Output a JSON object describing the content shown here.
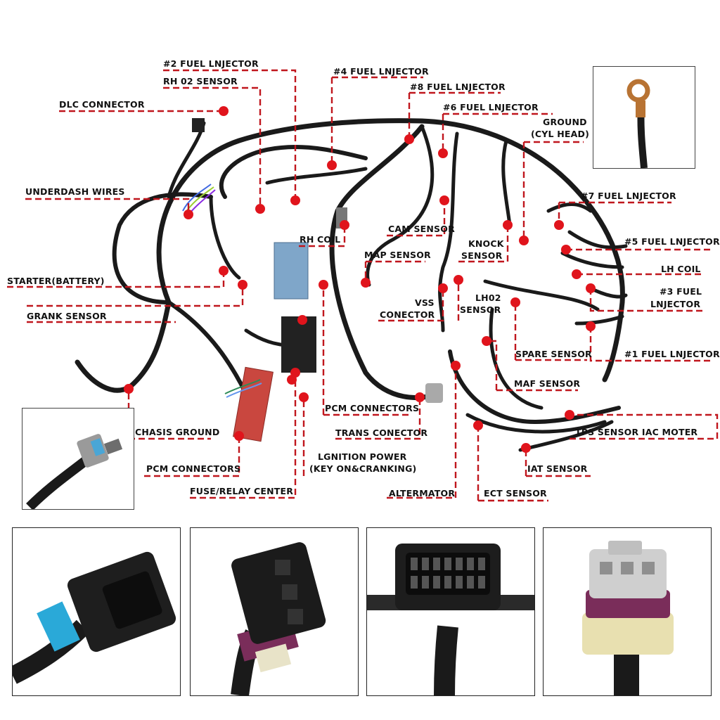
{
  "labels": {
    "fuel2": "#2 FUEL LNJECTOR",
    "rh02": "RH 02 SENSOR",
    "fuel4": "#4 FUEL LNJECTOR",
    "fuel8": "#8 FUEL LNJECTOR",
    "fuel6": "#6 FUEL LNJECTOR",
    "dlc": "DLC CONNECTOR",
    "ground1": "GROUND",
    "ground2": "(CYL HEAD)",
    "underdash": "UNDERDASH WIRES",
    "fuel7": "#7 FUEL LNJECTOR",
    "cam": "CAM SENSOR",
    "rhcoil": "RH COIL",
    "knock1": "KNOCK",
    "knock2": "SENSOR",
    "fuel5": "#5 FUEL LNJECTOR",
    "map": "MAP SENSOR",
    "lhcoil": "LH COIL",
    "starter": "STARTER(BATTERY)",
    "fuel3a": "#3 FUEL",
    "fuel3b": "LNJECTOR",
    "vss1": "VSS",
    "vss2": "CONECTOR",
    "lh021": "LH02",
    "lh022": "SENSOR",
    "grank": "GRANK SENSOR",
    "spare": "SPARE SENSOR",
    "fuel1": "#1 FUEL LNJECTOR",
    "maf": "MAF SENSOR",
    "pcm1": "PCM CONNECTORS",
    "chasis": "CHASIS GROUND",
    "trans": "TRANS CONECTOR",
    "tps": "TPS SENSOR IAC MOTER",
    "ign1": "LGNITION POWER",
    "ign2": "(KEY ON&CRANKING)",
    "pcm2": "PCM CONNECTORS",
    "iat": "IAT SENSOR",
    "fuse": "FUSE/RELAY CENTER",
    "alt": "ALTERMATOR",
    "ect": "ECT SENSOR"
  },
  "colors": {
    "leader": "#c0161d",
    "dot": "#e0141c",
    "wire": "#1a1a1a",
    "text": "#111111"
  },
  "photos": [
    {
      "name": "square-connector-photo",
      "icon": "square-4pin-connector"
    },
    {
      "name": "3pin-connector-photo",
      "icon": "3pin-black-connector"
    },
    {
      "name": "dlc-obd-connector-photo",
      "icon": "obd-16pin-connector"
    },
    {
      "name": "grey-sensor-connector-photo",
      "icon": "grey-3pin-connector"
    }
  ]
}
